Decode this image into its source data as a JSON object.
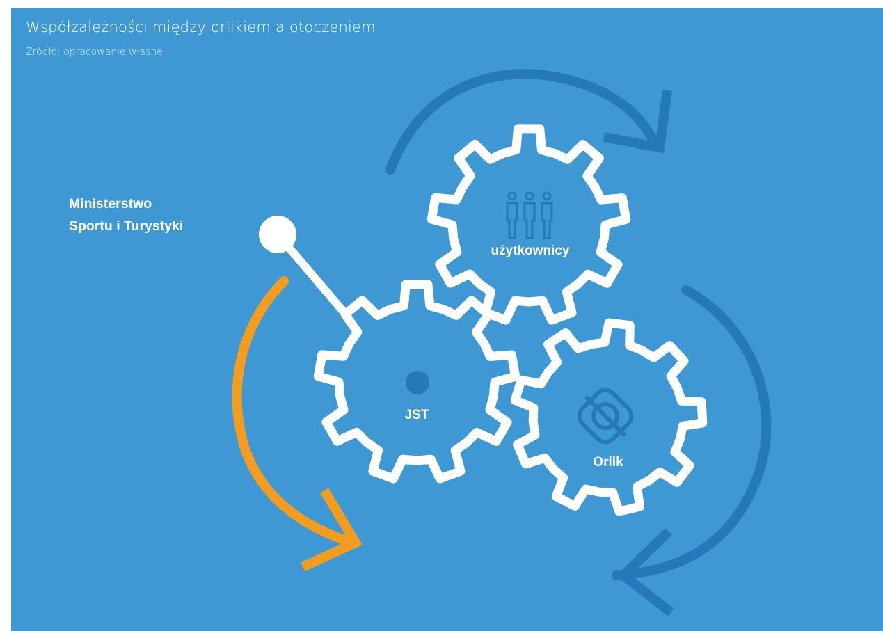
{
  "diagram": {
    "title": "Współzależności między orlikiem a otoczeniem",
    "source": "Źródło: opracowanie własne",
    "ministry": {
      "line1": "Ministerstwo",
      "line2": "Sportu i Turystyki"
    },
    "gears": {
      "jst": "JST",
      "users": "użytkownicy",
      "orlik": "Orlik"
    },
    "colors": {
      "background": "#3d98d4",
      "gear_outline": "#ffffff",
      "dark_blue": "#2579b8",
      "orange": "#f29d1f"
    },
    "icons": {
      "users": "people-icon",
      "jst": "dot-icon",
      "orlik": "pitch-icon",
      "ministry": "pin-connector"
    }
  }
}
